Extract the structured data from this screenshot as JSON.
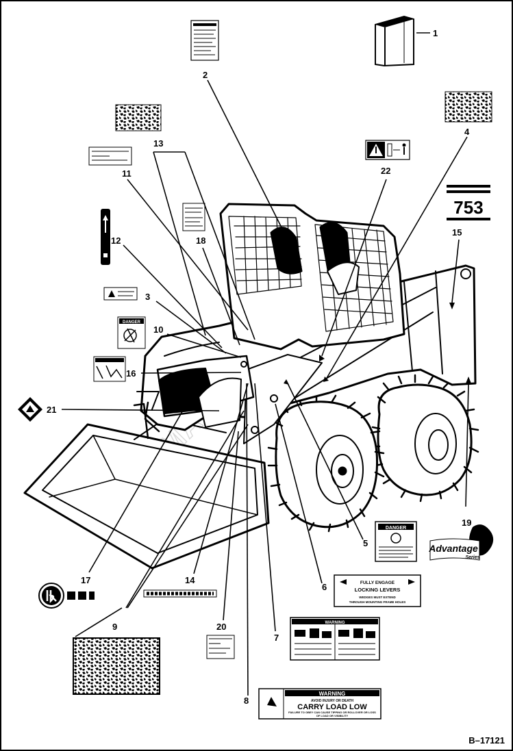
{
  "figure_id": "B–17121",
  "watermark": "MASTER PARTS.RU",
  "callouts": [
    "1",
    "2",
    "3",
    "4",
    "5",
    "6",
    "7",
    "8",
    "9",
    "10",
    "11",
    "12",
    "13",
    "14",
    "15",
    "16",
    "17",
    "18",
    "19",
    "20",
    "21",
    "22"
  ],
  "decals": {
    "model_number": "753",
    "danger_title": "DANGER",
    "warning_title": "WARNING",
    "fully_engage": "FULLY ENGAGE",
    "locking_levers": "LOCKING LEVERS",
    "wedges_note": "WEDGES MUST EXTEND",
    "through_holes": "THROUGH MOUNTING FRAME HOLES",
    "avoid_injury": "AVOID INJURY OR DEATH",
    "carry_load_low": "CARRY LOAD LOW",
    "carry_load_note_1": "FAILURE TO OBEY CAN CAUSE TIPPING OR ROLLOVER OR LOSS",
    "carry_load_note_2": "OF LOAD OR VISIBILITY",
    "advantage": "Advantage",
    "series": "Series"
  },
  "colors": {
    "ink": "#000000",
    "paper": "#ffffff",
    "watermark": "#d8d8d8"
  },
  "icons": [
    "safety-manual-box-icon",
    "ir-logo-icon",
    "diamond-warning-icon",
    "hazard-pictogram-icon"
  ]
}
